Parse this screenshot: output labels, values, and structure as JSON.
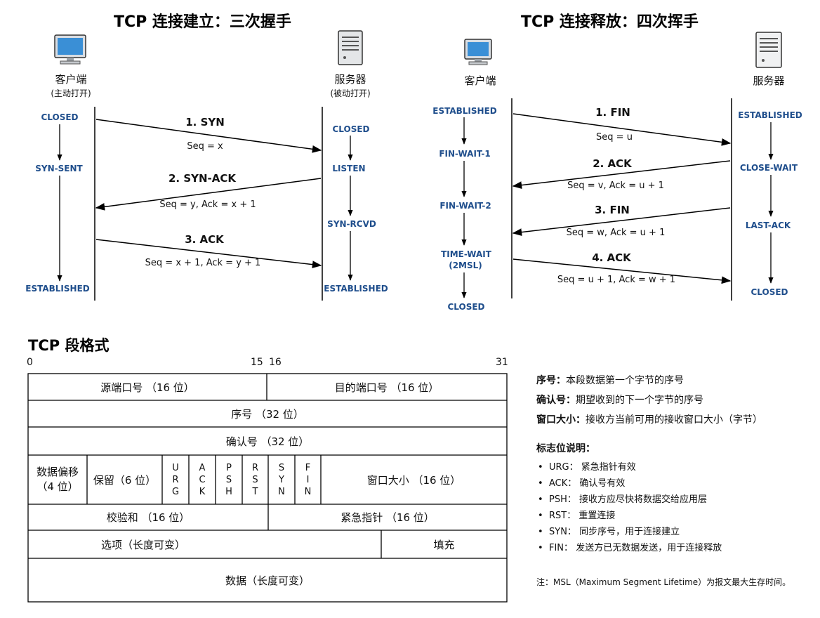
{
  "handshake": {
    "title": "TCP 连接建立：三次握手",
    "client_label": "客户端",
    "client_sub": "(主动打开)",
    "server_label": "服务器",
    "server_sub": "(被动打开)",
    "client_states": [
      "CLOSED",
      "SYN-SENT",
      "ESTABLISHED"
    ],
    "server_states": [
      "CLOSED",
      "LISTEN",
      "SYN-RCVD",
      "ESTABLISHED"
    ],
    "messages": [
      {
        "label": "1. SYN",
        "detail": "Seq = x"
      },
      {
        "label": "2. SYN-ACK",
        "detail": "Seq = y, Ack = x + 1"
      },
      {
        "label": "3. ACK",
        "detail": "Seq = x + 1, Ack = y + 1"
      }
    ]
  },
  "teardown": {
    "title": "TCP 连接释放：四次挥手",
    "client_label": "客户端",
    "server_label": "服务器",
    "client_states": [
      "ESTABLISHED",
      "FIN-WAIT-1",
      "FIN-WAIT-2",
      "TIME-WAIT",
      "(2MSL)",
      "CLOSED"
    ],
    "server_states": [
      "ESTABLISHED",
      "CLOSE-WAIT",
      "LAST-ACK",
      "CLOSED"
    ],
    "messages": [
      {
        "label": "1. FIN",
        "detail": "Seq = u"
      },
      {
        "label": "2. ACK",
        "detail": "Seq = v, Ack = u + 1"
      },
      {
        "label": "3. FIN",
        "detail": "Seq = w, Ack = u + 1"
      },
      {
        "label": "4. ACK",
        "detail": "Seq = u + 1, Ack = w + 1"
      }
    ]
  },
  "segment": {
    "title": "TCP 段格式",
    "bit_labels": [
      "0",
      "15",
      "16",
      "31"
    ],
    "fields": {
      "src_port": "源端口号 （16 位）",
      "dst_port": "目的端口号 （16 位）",
      "seq": "序号 （32 位）",
      "ack": "确认号 （32 位）",
      "data_offset_1": "数据偏移",
      "data_offset_2": "（4 位）",
      "reserved": "保留（6 位）",
      "window": "窗口大小 （16 位）",
      "checksum": "校验和 （16 位）",
      "urgent_ptr": "紧急指针 （16 位）",
      "options": "选项（长度可变）",
      "padding": "填充",
      "data": "数据（长度可变）"
    },
    "flags": [
      [
        "U",
        "R",
        "G"
      ],
      [
        "A",
        "C",
        "K"
      ],
      [
        "P",
        "S",
        "H"
      ],
      [
        "R",
        "S",
        "T"
      ],
      [
        "S",
        "Y",
        "N"
      ],
      [
        "F",
        "I",
        "N"
      ]
    ]
  },
  "notes": {
    "definitions": [
      {
        "term": "序号：",
        "text": "本段数据第一个字节的序号"
      },
      {
        "term": "确认号：",
        "text": "期望收到的下一个字节的序号"
      },
      {
        "term": "窗口大小：",
        "text": "接收方当前可用的接收窗口大小（字节）"
      }
    ],
    "flags_title": "标志位说明：",
    "flag_items": [
      {
        "name": "URG：",
        "text": "紧急指针有效"
      },
      {
        "name": "ACK：",
        "text": "确认号有效"
      },
      {
        "name": "PSH：",
        "text": "接收方应尽快将数据交给应用层"
      },
      {
        "name": "RST：",
        "text": "重置连接"
      },
      {
        "name": "SYN：",
        "text": "同步序号，用于连接建立"
      },
      {
        "name": "FIN：",
        "text": "发送方已无数据发送，用于连接释放"
      }
    ],
    "footnote": "注：MSL（Maximum Segment Lifetime）为报文最大生存时间。"
  },
  "colors": {
    "state_text": "#1f4e8c",
    "line": "#000000"
  }
}
